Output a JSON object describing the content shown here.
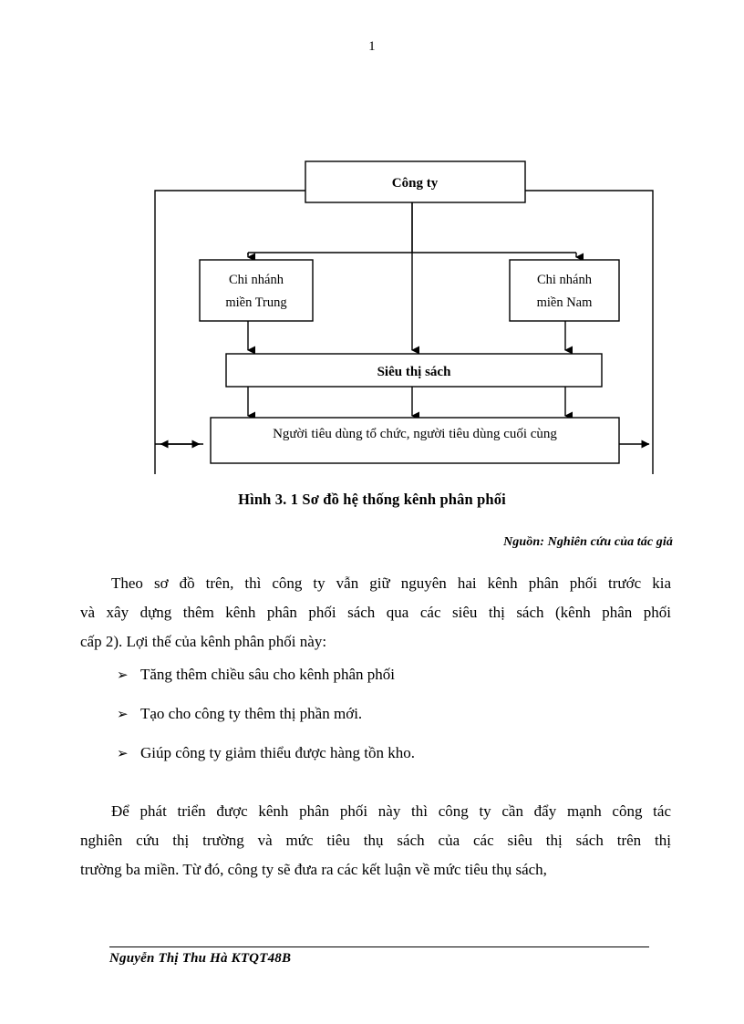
{
  "document": {
    "page_number": "1",
    "footer_text": "Nguyễn Thị Thu Hà KTQT48B"
  },
  "figure": {
    "caption": "Hình 3. 1 Sơ đồ hệ thống kênh phân phối",
    "source": "Nguồn: Nghiên cứu của tác giả",
    "nodes": {
      "company": "Công ty",
      "branch_central_line1": "Chi nhánh",
      "branch_central_line2": "miền  Trung",
      "branch_south_line1": "Chi nhánh",
      "branch_south_line2": "miền Nam",
      "supermarket": "Siêu thị sách",
      "consumers": "Người tiêu dùng tổ chức, người tiêu dùng cuối cùng"
    }
  },
  "paragraphs": {
    "p1": {
      "line1": "Theo sơ đồ trên, thì công ty vẫn giữ nguyên hai kênh phân phối trước kia",
      "line2": "và xây dựng thêm kênh phân phối sách qua các siêu thị sách (kênh phân phối",
      "line3": "cấp 2). Lợi thế của kênh phân phối này:"
    },
    "p2": {
      "line1": "Để phát triển được kênh phân phối này thì công ty cần đẩy mạnh công tác",
      "line2": "nghiên cứu thị trường và mức tiêu thụ sách của các siêu thị sách trên thị",
      "line3": "trường ba miền. Từ đó, công ty sẽ đưa ra các kết luận về mức tiêu thụ sách,"
    }
  },
  "bullets": {
    "marker": "➢",
    "items": [
      "Tăng thêm chiều sâu cho kênh phân phối",
      "Tạo cho công ty thêm thị phần mới.",
      "Giúp công ty giảm thiểu được hàng tồn kho."
    ]
  },
  "colors": {
    "text": "#000000",
    "line": "#000000",
    "background": "#ffffff"
  }
}
